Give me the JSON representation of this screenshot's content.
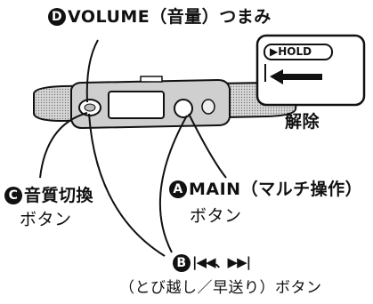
{
  "labels": {
    "volume": {
      "letter": "D",
      "text": "VOLUME（音量）つまみ"
    },
    "hold_switch": {
      "text": "HOLD",
      "release": "解除"
    },
    "tone_button": {
      "letter": "C",
      "line1": "音質切換",
      "line2": "ボタン"
    },
    "main_button": {
      "letter": "A",
      "line1": "MAIN（マルチ操作）",
      "line2": "ボタン"
    },
    "skip_button": {
      "letter": "B",
      "line1_arrows": "|◀◀、▶▶|",
      "line2": "（とび越し／早送り）ボタン"
    }
  }
}
